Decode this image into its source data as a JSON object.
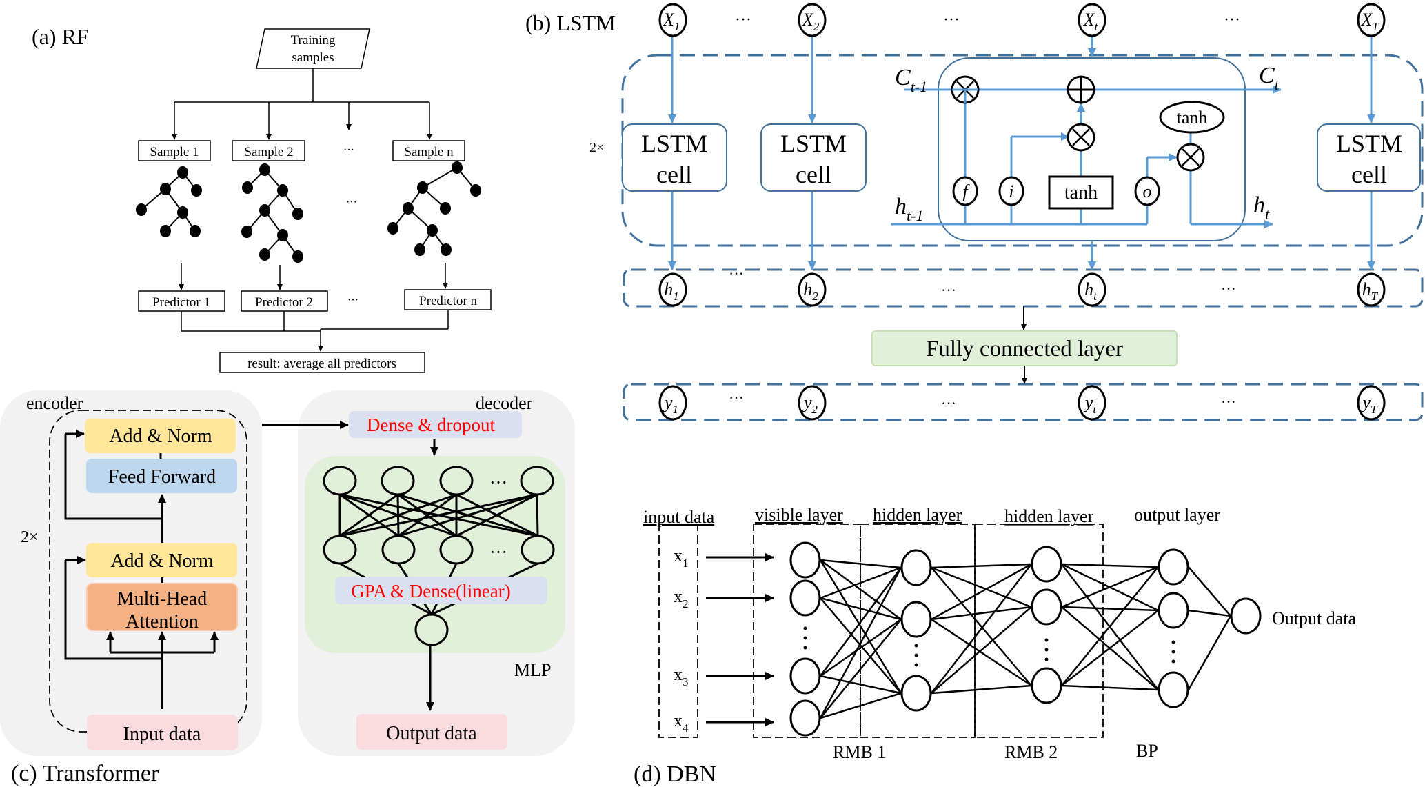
{
  "panels": {
    "rf": {
      "label": "(a) RF",
      "training": [
        "Training",
        "samples"
      ],
      "samples": [
        "Sample 1",
        "Sample 2",
        "Sample n"
      ],
      "predictors": [
        "Predictor 1",
        "Predictor 2",
        "Predictor n"
      ],
      "ellipsis": "···",
      "result": "result: average all predictors"
    },
    "lstm": {
      "label": "(b) LSTM",
      "repeat": "2×",
      "inputs": [
        {
          "base": "X",
          "sub": "1"
        },
        {
          "base": "X",
          "sub": "2"
        },
        {
          "base": "X",
          "sub": "t"
        },
        {
          "base": "X",
          "sub": "T"
        }
      ],
      "hidden": [
        {
          "base": "h",
          "sub": "1"
        },
        {
          "base": "h",
          "sub": "2"
        },
        {
          "base": "h",
          "sub": "t"
        },
        {
          "base": "h",
          "sub": "T"
        }
      ],
      "outputs": [
        {
          "base": "y",
          "sub": "1"
        },
        {
          "base": "y",
          "sub": "2"
        },
        {
          "base": "y",
          "sub": "t"
        },
        {
          "base": "y",
          "sub": "T"
        }
      ],
      "cell_label": [
        "LSTM",
        "cell"
      ],
      "ellipsis": "···",
      "detail": {
        "c_prev": {
          "base": "C",
          "sub": "t-1"
        },
        "c_next": {
          "base": "C",
          "sub": "t"
        },
        "h_prev": {
          "base": "h",
          "sub": "t-1"
        },
        "h_next": {
          "base": "h",
          "sub": "t"
        },
        "gates": [
          "f",
          "i",
          "o"
        ],
        "tanh_box": "tanh",
        "tanh_ellipse": "tanh",
        "mul": "×",
        "add": "+"
      },
      "fc_layer": "Fully connected layer",
      "line_color": "#5b9bd5",
      "dash_color": "#41719c",
      "fc_fill": "#e2f0d9",
      "fc_stroke": "#c5e0b4"
    },
    "transformer": {
      "label": "(c) Transformer",
      "encoder_label": "encoder",
      "decoder_label": "decoder",
      "repeat": "2×",
      "add_norm_1": "Add & Norm",
      "feed_forward": "Feed Forward",
      "add_norm_2": "Add & Norm",
      "mha": [
        "Multi-Head",
        "Attention"
      ],
      "input": "Input data",
      "dense_dropout": "Dense & dropout",
      "gpa_dense": "GPA & Dense(linear)",
      "mlp": "MLP",
      "output": "Output data",
      "ellipsis": "···",
      "colors": {
        "panel_bg": "#f2f2f2",
        "add_norm": "#ffe699",
        "feed_forward": "#bdd7ee",
        "mha": "#f4b183",
        "io": "#fadbe0",
        "dense": "#dae0f0",
        "mlp_bg": "#e2efd9",
        "red_text": "#ff0000"
      }
    },
    "dbn": {
      "label": "(d) DBN",
      "headers": [
        "input data",
        "visible layer",
        "hidden layer",
        "hidden layer",
        "output layer"
      ],
      "inputs": [
        {
          "base": "x",
          "sub": "1"
        },
        {
          "base": "x",
          "sub": "2"
        },
        {
          "base": "x",
          "sub": "3"
        },
        {
          "base": "x",
          "sub": "4"
        }
      ],
      "groups": [
        "RMB 1",
        "RMB 2",
        "BP"
      ],
      "output": "Output data"
    }
  }
}
